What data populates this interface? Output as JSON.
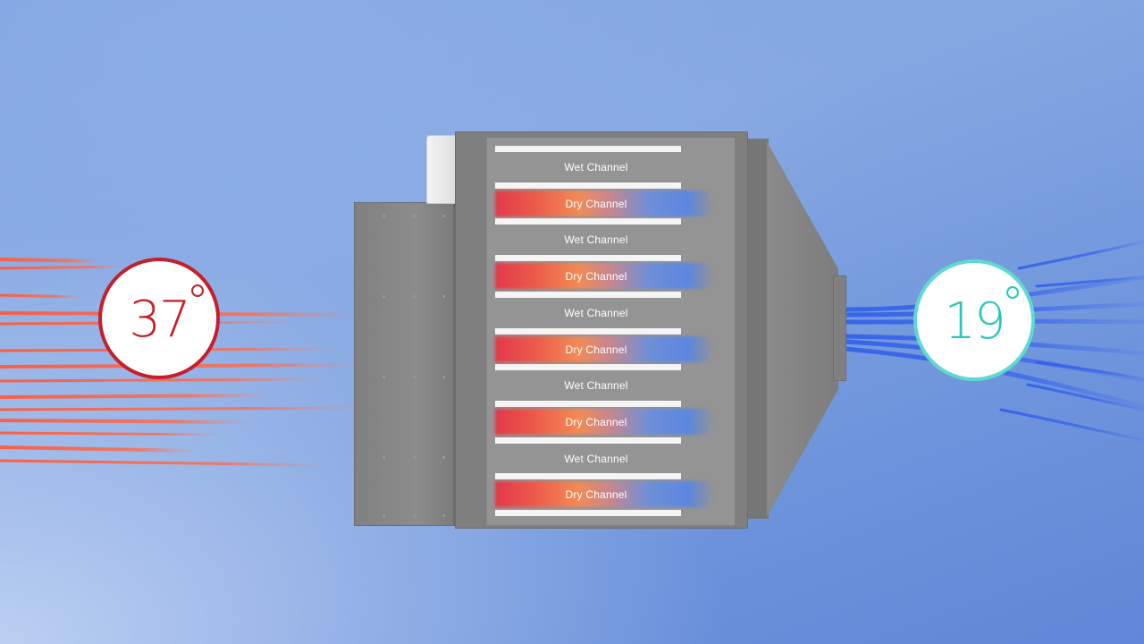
{
  "scene": {
    "background_colors": [
      "#7fa3e0",
      "#5f87d6"
    ],
    "hot_color": "#c51f2a",
    "cold_color": "#2bc7bb"
  },
  "inlet": {
    "temperature": "37",
    "temperature_value": 37,
    "unit_symbol": "degree-icon"
  },
  "outlet": {
    "temperature": "19",
    "temperature_value": 19,
    "unit_symbol": "degree-icon"
  },
  "channels": [
    {
      "label": "Wet Channel",
      "type": "wet"
    },
    {
      "label": "Dry Channel",
      "type": "dry"
    },
    {
      "label": "Wet Channel",
      "type": "wet"
    },
    {
      "label": "Dry Channel",
      "type": "dry"
    },
    {
      "label": "Wet Channel",
      "type": "wet"
    },
    {
      "label": "Dry Channel",
      "type": "dry"
    },
    {
      "label": "Wet Channel",
      "type": "wet"
    },
    {
      "label": "Dry Channel",
      "type": "dry"
    },
    {
      "label": "Wet Channel",
      "type": "wet"
    },
    {
      "label": "Dry Channel",
      "type": "dry"
    }
  ]
}
